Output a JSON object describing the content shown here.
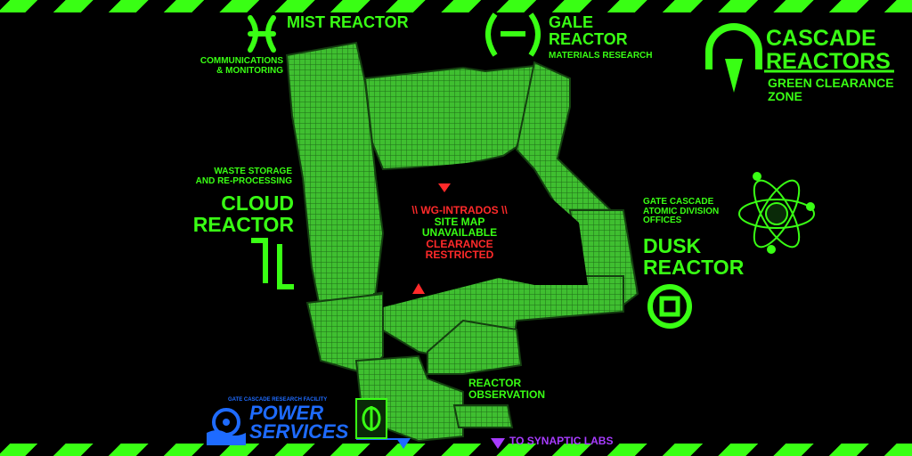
{
  "title": {
    "brand_line1": "CASCADE",
    "brand_line2": "REACTORS",
    "subtitle": "GREEN CLEARANCE ZONE"
  },
  "reactors": {
    "mist": "MIST REACTOR",
    "gale_line1": "GALE",
    "gale_line2": "REACTOR",
    "gale_sub": "MATERIALS RESEARCH",
    "cloud_line1": "CLOUD",
    "cloud_line2": "REACTOR",
    "dusk_line1": "DUSK",
    "dusk_line2": "REACTOR"
  },
  "areas": {
    "comms_line1": "COMMUNICATIONS",
    "comms_line2": "& MONITORING",
    "waste_line1": "WASTE STORAGE",
    "waste_line2": "AND RE-PROCESSING",
    "atomic_line1": "GATE CASCADE",
    "atomic_line2": "ATOMIC DIVISION",
    "atomic_line3": "OFFICES",
    "observation_line1": "REACTOR",
    "observation_line2": "OBSERVATION"
  },
  "notice": {
    "line1": "\\\\ WG-INTRADOS \\\\",
    "line2": "SITE MAP",
    "line3": "UNAVAILABLE",
    "line4": "CLEARANCE",
    "line5": "RESTRICTED"
  },
  "power": {
    "small": "GATE CASCADE RESEARCH FACILITY",
    "line1": "POWER",
    "line2": "SERVICES"
  },
  "exit_label": "TO SYNAPTIC LABS",
  "colors": {
    "accent": "#39ff14",
    "warning": "#ff2a2a",
    "power_blue": "#1e6bff",
    "exit_purple": "#a83cff",
    "background": "#000000"
  },
  "icons": {
    "mist": "x-rune-icon",
    "gale": "h-rune-icon",
    "cloud": "bracket-rune-icon",
    "dusk": "square-circle-rune-icon",
    "cascade": "arch-spike-logo-icon",
    "atomic": "atom-logo-icon",
    "observation": "phi-rune-icon"
  }
}
